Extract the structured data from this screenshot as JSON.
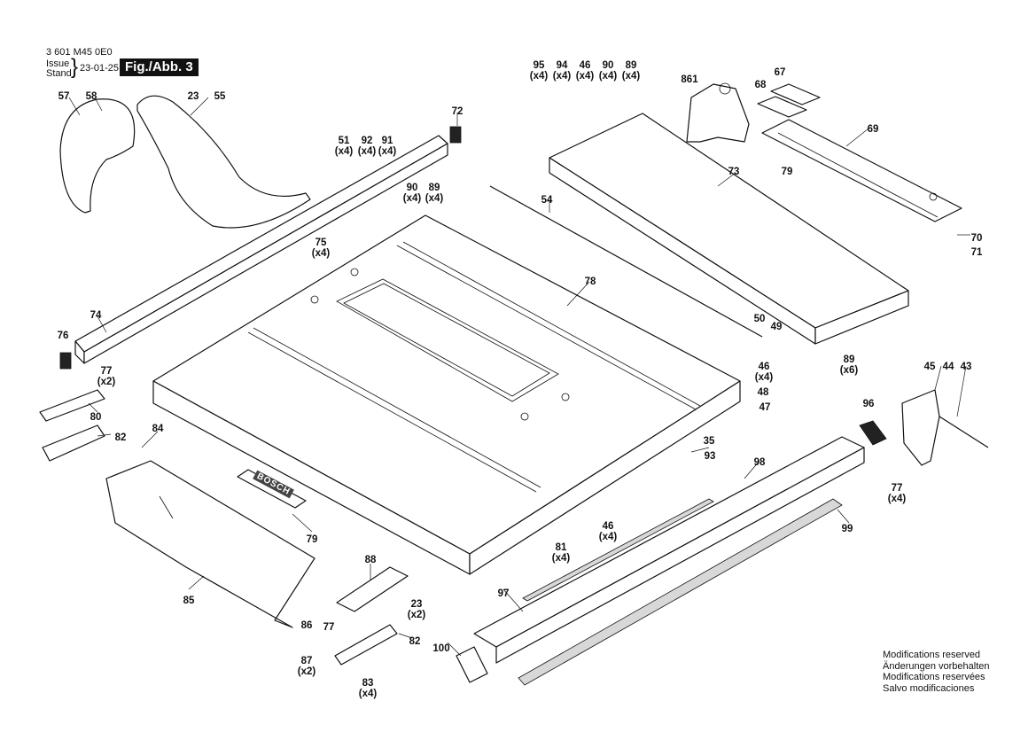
{
  "header": {
    "doc_number": "3 601 M45 0E0",
    "issue_label": "Issue",
    "stand_label": "Stand",
    "issue_date": "23-01-25",
    "figure_label": "Fig./Abb. 3"
  },
  "notes": [
    "Modifications reserved",
    "Änderungen vorbehalten",
    "Modifications reservées",
    "Salvo modificaciones"
  ],
  "brand_text": "BOSCH",
  "labels": [
    {
      "id": "57",
      "n": "57",
      "q": ""
    },
    {
      "id": "58",
      "n": "58",
      "q": ""
    },
    {
      "id": "23a",
      "n": "23",
      "q": ""
    },
    {
      "id": "55",
      "n": "55",
      "q": ""
    },
    {
      "id": "72",
      "n": "72",
      "q": ""
    },
    {
      "id": "51",
      "n": "51",
      "q": "(x4)"
    },
    {
      "id": "92",
      "n": "92",
      "q": "(x4)"
    },
    {
      "id": "91a",
      "n": "91",
      "q": "(x4)"
    },
    {
      "id": "90a",
      "n": "90",
      "q": "(x4)"
    },
    {
      "id": "89a",
      "n": "89",
      "q": "(x4)"
    },
    {
      "id": "95",
      "n": "95",
      "q": "(x4)"
    },
    {
      "id": "94",
      "n": "94",
      "q": "(x4)"
    },
    {
      "id": "46a",
      "n": "46",
      "q": "(x4)"
    },
    {
      "id": "90b",
      "n": "90",
      "q": "(x4)"
    },
    {
      "id": "89b",
      "n": "89",
      "q": "(x4)"
    },
    {
      "id": "861",
      "n": "861",
      "q": ""
    },
    {
      "id": "67",
      "n": "67",
      "q": ""
    },
    {
      "id": "68",
      "n": "68",
      "q": ""
    },
    {
      "id": "69",
      "n": "69",
      "q": ""
    },
    {
      "id": "73",
      "n": "73",
      "q": ""
    },
    {
      "id": "79a",
      "n": "79",
      "q": ""
    },
    {
      "id": "54",
      "n": "54",
      "q": ""
    },
    {
      "id": "70",
      "n": "70",
      "q": ""
    },
    {
      "id": "71",
      "n": "71",
      "q": ""
    },
    {
      "id": "75",
      "n": "75",
      "q": "(x4)"
    },
    {
      "id": "78",
      "n": "78",
      "q": ""
    },
    {
      "id": "74",
      "n": "74",
      "q": ""
    },
    {
      "id": "76",
      "n": "76",
      "q": ""
    },
    {
      "id": "77a",
      "n": "77",
      "q": "(x2)"
    },
    {
      "id": "80",
      "n": "80",
      "q": ""
    },
    {
      "id": "82a",
      "n": "82",
      "q": ""
    },
    {
      "id": "84",
      "n": "84",
      "q": ""
    },
    {
      "id": "50",
      "n": "50",
      "q": ""
    },
    {
      "id": "49",
      "n": "49",
      "q": ""
    },
    {
      "id": "46b",
      "n": "46",
      "q": "(x4)"
    },
    {
      "id": "48",
      "n": "48",
      "q": ""
    },
    {
      "id": "89c",
      "n": "89",
      "q": "(x6)"
    },
    {
      "id": "45",
      "n": "45",
      "q": ""
    },
    {
      "id": "44",
      "n": "44",
      "q": ""
    },
    {
      "id": "43",
      "n": "43",
      "q": ""
    },
    {
      "id": "47",
      "n": "47",
      "q": ""
    },
    {
      "id": "96",
      "n": "96",
      "q": ""
    },
    {
      "id": "35",
      "n": "35",
      "q": ""
    },
    {
      "id": "93",
      "n": "93",
      "q": ""
    },
    {
      "id": "98",
      "n": "98",
      "q": ""
    },
    {
      "id": "77b",
      "n": "77",
      "q": "(x4)"
    },
    {
      "id": "99",
      "n": "99",
      "q": ""
    },
    {
      "id": "46c",
      "n": "46",
      "q": "(x4)"
    },
    {
      "id": "81",
      "n": "81",
      "q": "(x4)"
    },
    {
      "id": "79b",
      "n": "79",
      "q": ""
    },
    {
      "id": "85",
      "n": "85",
      "q": ""
    },
    {
      "id": "88",
      "n": "88",
      "q": ""
    },
    {
      "id": "23b",
      "n": "23",
      "q": "(x2)"
    },
    {
      "id": "97",
      "n": "97",
      "q": ""
    },
    {
      "id": "86",
      "n": "86",
      "q": ""
    },
    {
      "id": "77c",
      "n": "77",
      "q": ""
    },
    {
      "id": "82b",
      "n": "82",
      "q": ""
    },
    {
      "id": "87",
      "n": "87",
      "q": "(x2)"
    },
    {
      "id": "100",
      "n": "100",
      "q": ""
    },
    {
      "id": "83",
      "n": "83",
      "q": "(x4)"
    }
  ]
}
